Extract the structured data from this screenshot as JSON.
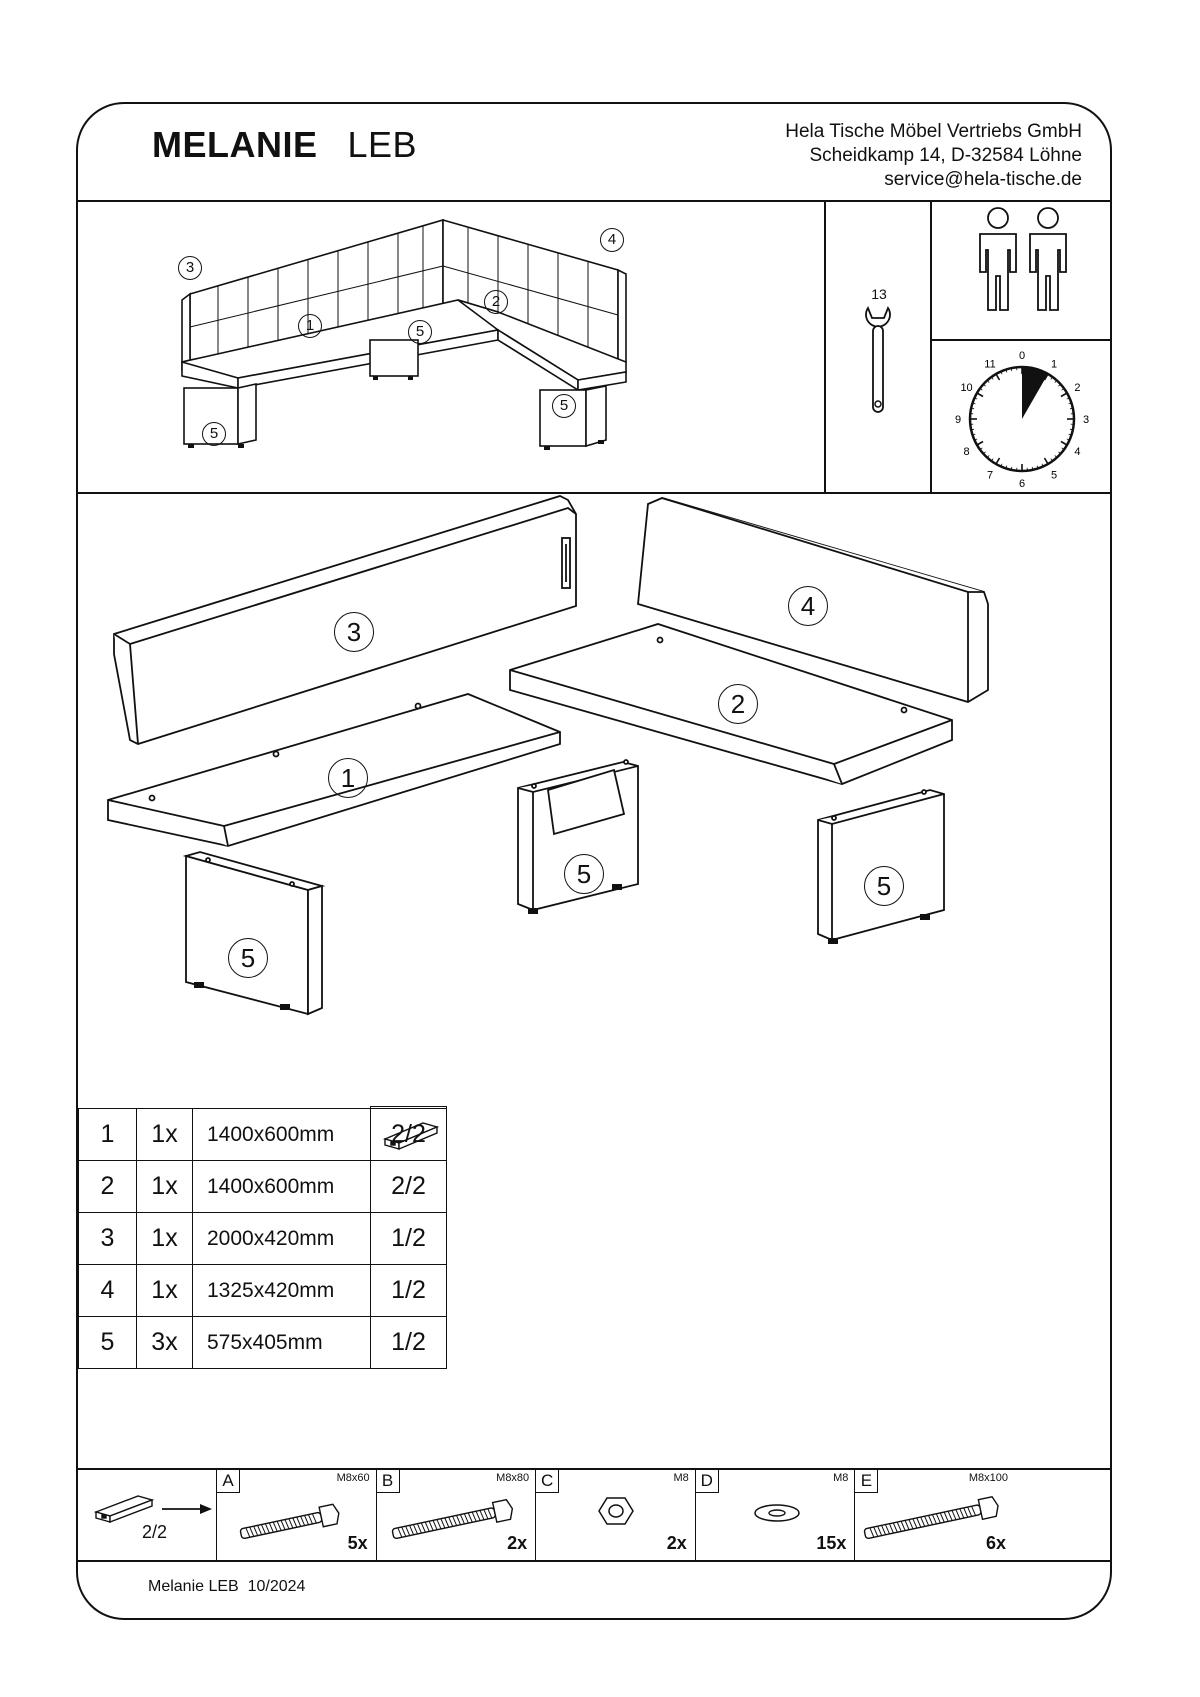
{
  "header": {
    "product_name": "MELANIE",
    "product_code": "LEB",
    "company_line1": "Hela Tische Möbel Vertriebs GmbH",
    "company_line2": "Scheidkamp 14, D-32584 Löhne",
    "company_line3": "service@hela-tische.de"
  },
  "tools": {
    "wrench_size": "13",
    "persons_required": 2,
    "clock_numbers": [
      "0",
      "1",
      "2",
      "3",
      "4",
      "5",
      "6",
      "7",
      "8",
      "9",
      "10",
      "11"
    ],
    "assembly_time_fraction": 0.083
  },
  "overview_labels": [
    "3",
    "1",
    "5",
    "2",
    "4",
    "5",
    "5"
  ],
  "exploded_labels": {
    "p3": "3",
    "p4": "4",
    "p1": "1",
    "p2": "2",
    "p5a": "5",
    "p5b": "5",
    "p5c": "5"
  },
  "parts_table": {
    "rows": [
      {
        "num": "1",
        "qty": "1x",
        "dim": "1400x600mm",
        "box": "2/2"
      },
      {
        "num": "2",
        "qty": "1x",
        "dim": "1400x600mm",
        "box": "2/2"
      },
      {
        "num": "3",
        "qty": "1x",
        "dim": "2000x420mm",
        "box": "1/2"
      },
      {
        "num": "4",
        "qty": "1x",
        "dim": "1325x420mm",
        "box": "1/2"
      },
      {
        "num": "5",
        "qty": "3x",
        "dim": "575x405mm",
        "box": "1/2"
      }
    ]
  },
  "hardware": {
    "box_label": "2/2",
    "items": [
      {
        "letter": "A",
        "spec": "M8x60",
        "qty": "5x"
      },
      {
        "letter": "B",
        "spec": "M8x80",
        "qty": "2x"
      },
      {
        "letter": "C",
        "spec": "M8",
        "qty": "2x"
      },
      {
        "letter": "D",
        "spec": "M8",
        "qty": "15x"
      },
      {
        "letter": "E",
        "spec": "M8x100",
        "qty": "6x"
      }
    ]
  },
  "footer": {
    "doc_ref": "Melanie LEB",
    "date": "10/2024"
  }
}
